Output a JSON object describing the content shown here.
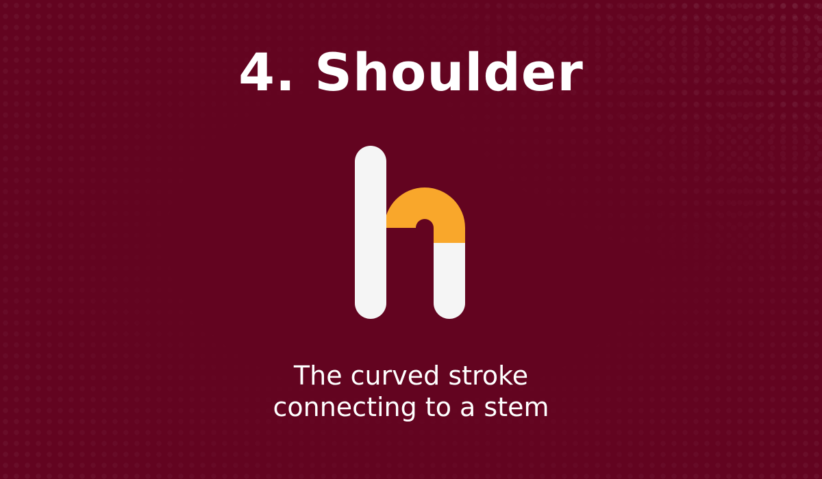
{
  "title": "4. Shoulder",
  "glyph": {
    "icon": "letter-h-shoulder-icon",
    "stem_color": "#F5F5F5",
    "shoulder_color": "#F9A72B"
  },
  "caption": {
    "line1": "The curved stroke",
    "line2": "connecting to a stem"
  },
  "colors": {
    "background": "#630420",
    "text": "#FFFFFF"
  }
}
